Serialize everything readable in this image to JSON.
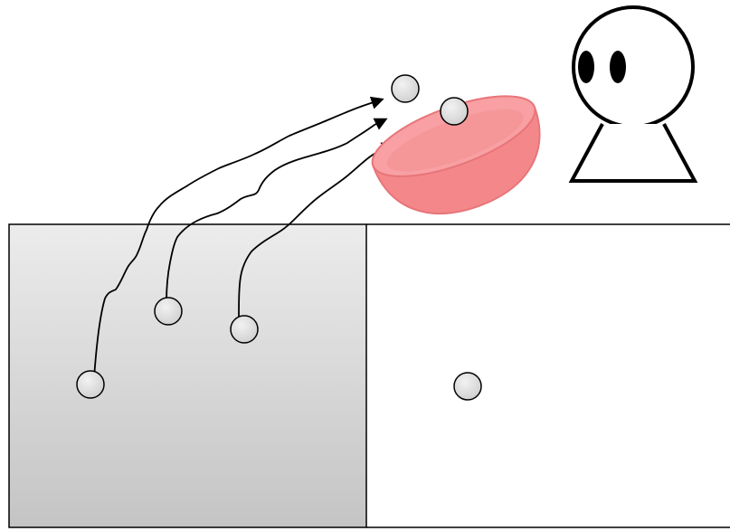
{
  "diagram": {
    "description_labels": [],
    "colors": {
      "box_gradient_top": "#ececec",
      "box_gradient_bottom": "#c4c4c4",
      "ball_fill": "#dcdcdc",
      "bowl_fill": "#f4878a",
      "bowl_rim": "#f8a0a3",
      "bowl_stroke": "#e77579",
      "line": "#000000"
    },
    "elements": {
      "left_container": "shaded-box",
      "right_container": "open-box",
      "bowl": "tilted-red-bowl",
      "observer": "stick-figure-observer",
      "balls_in_left_box": 3,
      "balls_in_right_box": 1,
      "balls_in_air": 2,
      "trajectory_arrows": 3
    }
  }
}
